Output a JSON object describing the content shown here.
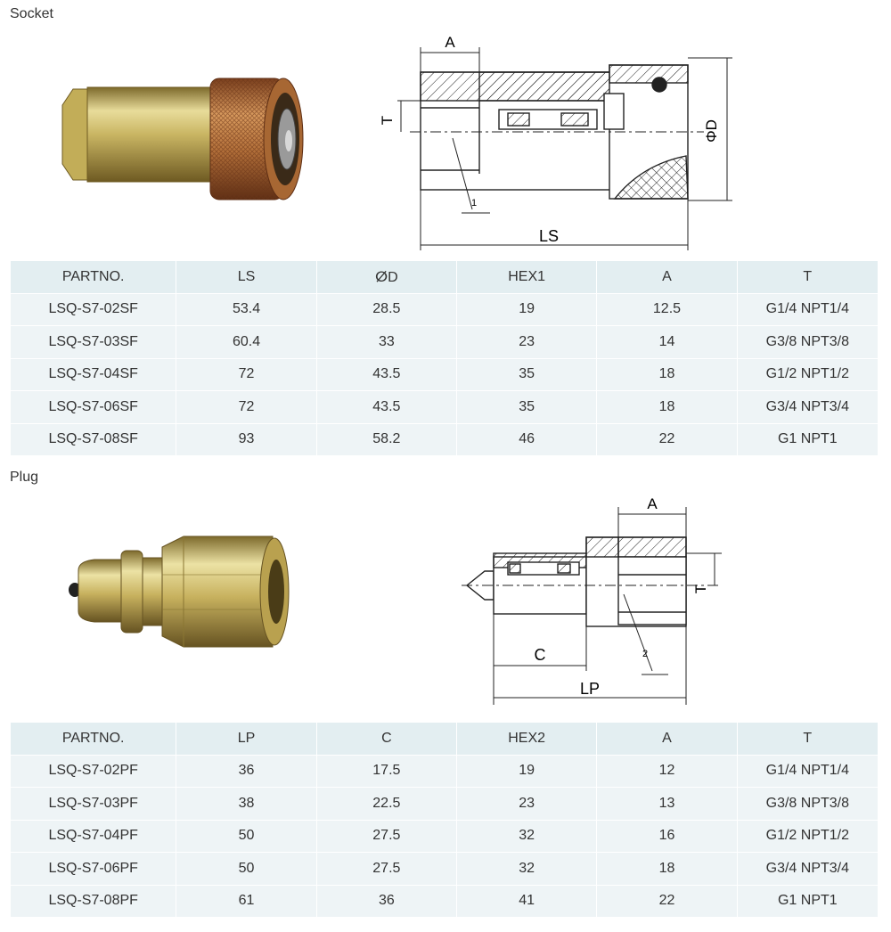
{
  "socket": {
    "title": "Socket",
    "drawing_labels": {
      "a": "A",
      "t": "T",
      "d": "ΦD",
      "ls": "LS",
      "note": "1"
    },
    "headers": [
      "PARTNO.",
      "LS",
      "ⵁD",
      "HEX1",
      "A",
      "T"
    ],
    "rows": [
      [
        "LSQ-S7-02SF",
        "53.4",
        "28.5",
        "19",
        "12.5",
        "G1/4 NPT1/4"
      ],
      [
        "LSQ-S7-03SF",
        "60.4",
        "33",
        "23",
        "14",
        "G3/8 NPT3/8"
      ],
      [
        "LSQ-S7-04SF",
        "72",
        "43.5",
        "35",
        "18",
        "G1/2 NPT1/2"
      ],
      [
        "LSQ-S7-06SF",
        "72",
        "43.5",
        "35",
        "18",
        "G3/4 NPT3/4"
      ],
      [
        "LSQ-S7-08SF",
        "93",
        "58.2",
        "46",
        "22",
        "G1 NPT1"
      ]
    ]
  },
  "plug": {
    "title": "Plug",
    "drawing_labels": {
      "a": "A",
      "t": "T",
      "c": "C",
      "lp": "LP",
      "note": "2"
    },
    "headers": [
      "PARTNO.",
      "LP",
      "C",
      "HEX2",
      "A",
      "T"
    ],
    "rows": [
      [
        "LSQ-S7-02PF",
        "36",
        "17.5",
        "19",
        "12",
        "G1/4 NPT1/4"
      ],
      [
        "LSQ-S7-03PF",
        "38",
        "22.5",
        "23",
        "13",
        "G3/8 NPT3/8"
      ],
      [
        "LSQ-S7-04PF",
        "50",
        "27.5",
        "32",
        "16",
        "G1/2 NPT1/2"
      ],
      [
        "LSQ-S7-06PF",
        "50",
        "27.5",
        "32",
        "18",
        "G3/4 NPT3/4"
      ],
      [
        "LSQ-S7-08PF",
        "61",
        "36",
        "41",
        "22",
        "G1 NPT1"
      ]
    ]
  }
}
